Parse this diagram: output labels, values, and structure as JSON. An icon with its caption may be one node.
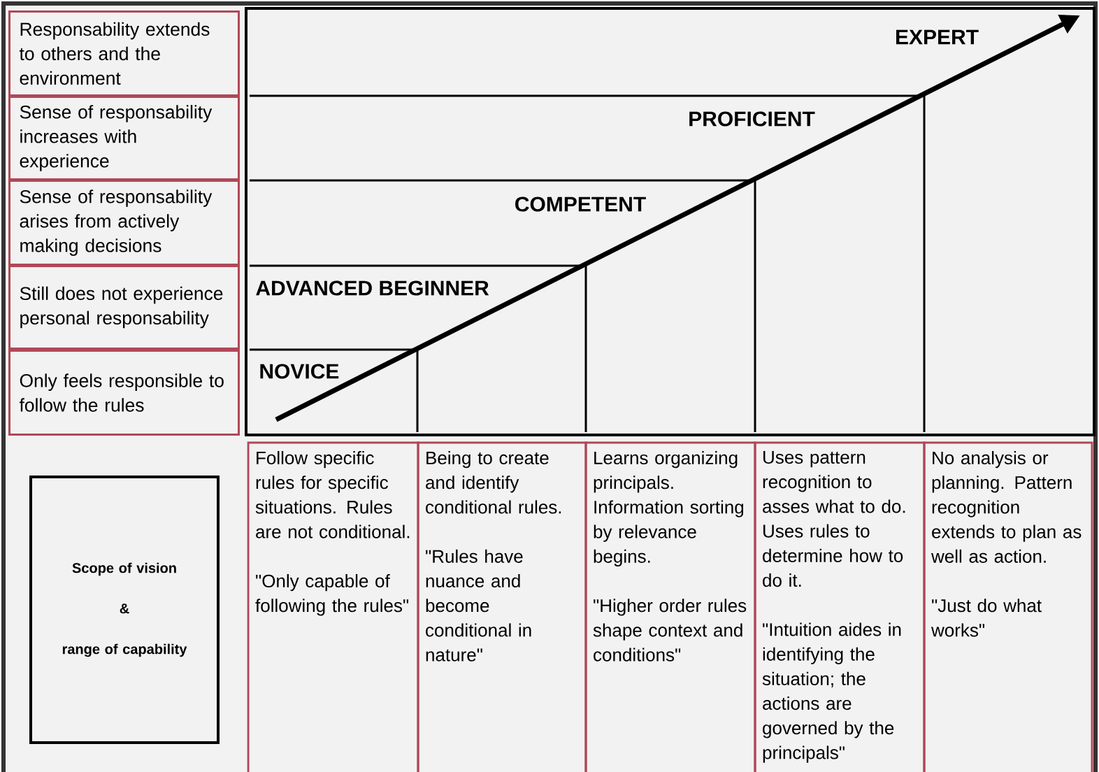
{
  "diagram": {
    "nodes": [
      {
        "text": [
          "Responsability extends to others and the environment"
        ]
      },
      {
        "text": [
          "Sense of responsability increases with experience"
        ]
      },
      {
        "text": [
          "Sense of responsability arises from actively making decisions"
        ]
      },
      {
        "text": [
          "Still does not experience personal responsability"
        ]
      },
      {
        "text": [
          "Only feels responsible to follow the rules"
        ]
      },
      {
        "text": [
          "Scope of vision",
          "&",
          "range of capability"
        ]
      },
      {
        "text": [
          "Follow specific rules for specific situations. Rules are not conditional.",
          "\"Only capable of following the rules\""
        ]
      },
      {
        "text": [
          "Being to create and identify conditional rules.",
          "\"Rules have nuance and become conditional in nature\""
        ]
      },
      {
        "text": [
          "Learns organizing principals. Information sorting by relevance begins.",
          "\"Higher order rules shape context and conditions\""
        ]
      },
      {
        "text": [
          "Uses pattern recognition to asses what to do. Uses rules to determine how to do it.",
          "\"Intuition aides in identifying the situation; the actions are governed by the principals\""
        ]
      },
      {
        "text": [
          "No analysis or planning. Pattern recognition extends to plan as well as action.",
          "\"Just do what works\""
        ]
      }
    ],
    "labels": [
      "EXPERT",
      "PROFICIENT",
      "COMPETENT",
      "ADVANCED BEGINNER",
      "NOVICE"
    ]
  }
}
